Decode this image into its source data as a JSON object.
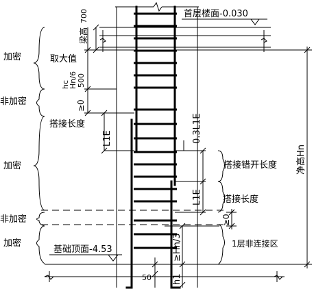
{
  "labels": {
    "first_floor_surface": "首层楼面-0.030",
    "foundation_top": "基础顶面-4.53",
    "beam_height": "梁高",
    "beam_dim": "700",
    "take_max": "取大值",
    "hc": "hc",
    "hn6": "Hn/6",
    "dim500": "500",
    "gte0": "≥0",
    "l1e_upper": "L1E",
    "lap_len_upper": "搭接长度",
    "l03": "0.3L1E",
    "lap_stagger": "搭接错开长度",
    "l1e_lower": "L1E",
    "lap_len_lower": "搭接长度",
    "gte0_right": "≥0",
    "first_floor_nonlap": "1层非连接区",
    "hn3": "≥Hn/3",
    "h1": "h1",
    "dim50": "50",
    "net_height": "净高Hn"
  },
  "zones": [
    {
      "name": "dense_top",
      "label": "加密"
    },
    {
      "name": "non_dense_top",
      "label": "非加密"
    },
    {
      "name": "dense_mid",
      "label": "加密"
    },
    {
      "name": "non_dense_bottom",
      "label": "非加密"
    },
    {
      "name": "dense_bottom",
      "label": "加密"
    }
  ]
}
